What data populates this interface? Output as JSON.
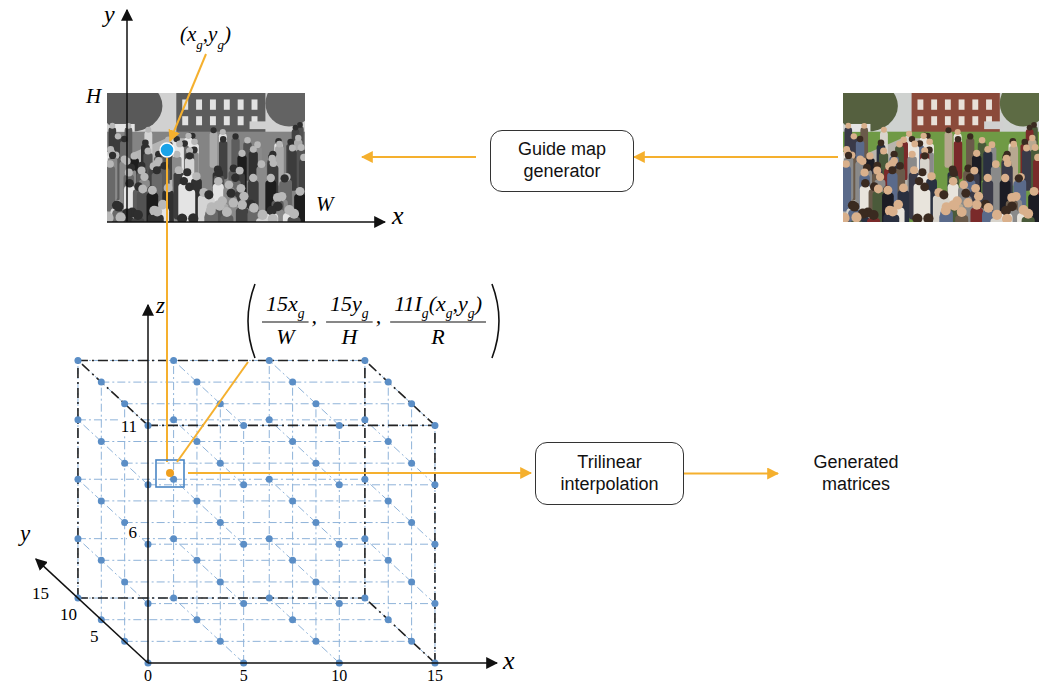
{
  "diagram": {
    "nodes": [
      {
        "text": [
          "Guide map generator"
        ]
      },
      {
        "text": [
          "Trilinear interpolation"
        ]
      },
      {
        "text": [
          "Generated matrices"
        ]
      }
    ],
    "edges": [
      {
        "from": 1,
        "to": 2,
        "arrow": "to"
      }
    ],
    "labels": [
      "(x",
      "g",
      ",y",
      "g",
      ")",
      "y",
      "H",
      "W",
      "x",
      "15x",
      "g",
      "W",
      ",",
      "15y",
      "g",
      "H",
      ",",
      "11I",
      "g",
      "(x",
      "g",
      ",y",
      "g",
      ")",
      "R",
      "z",
      "11",
      "6",
      "y",
      "15",
      "10",
      "5",
      "0",
      "5",
      "10",
      "15",
      "x"
    ]
  }
}
